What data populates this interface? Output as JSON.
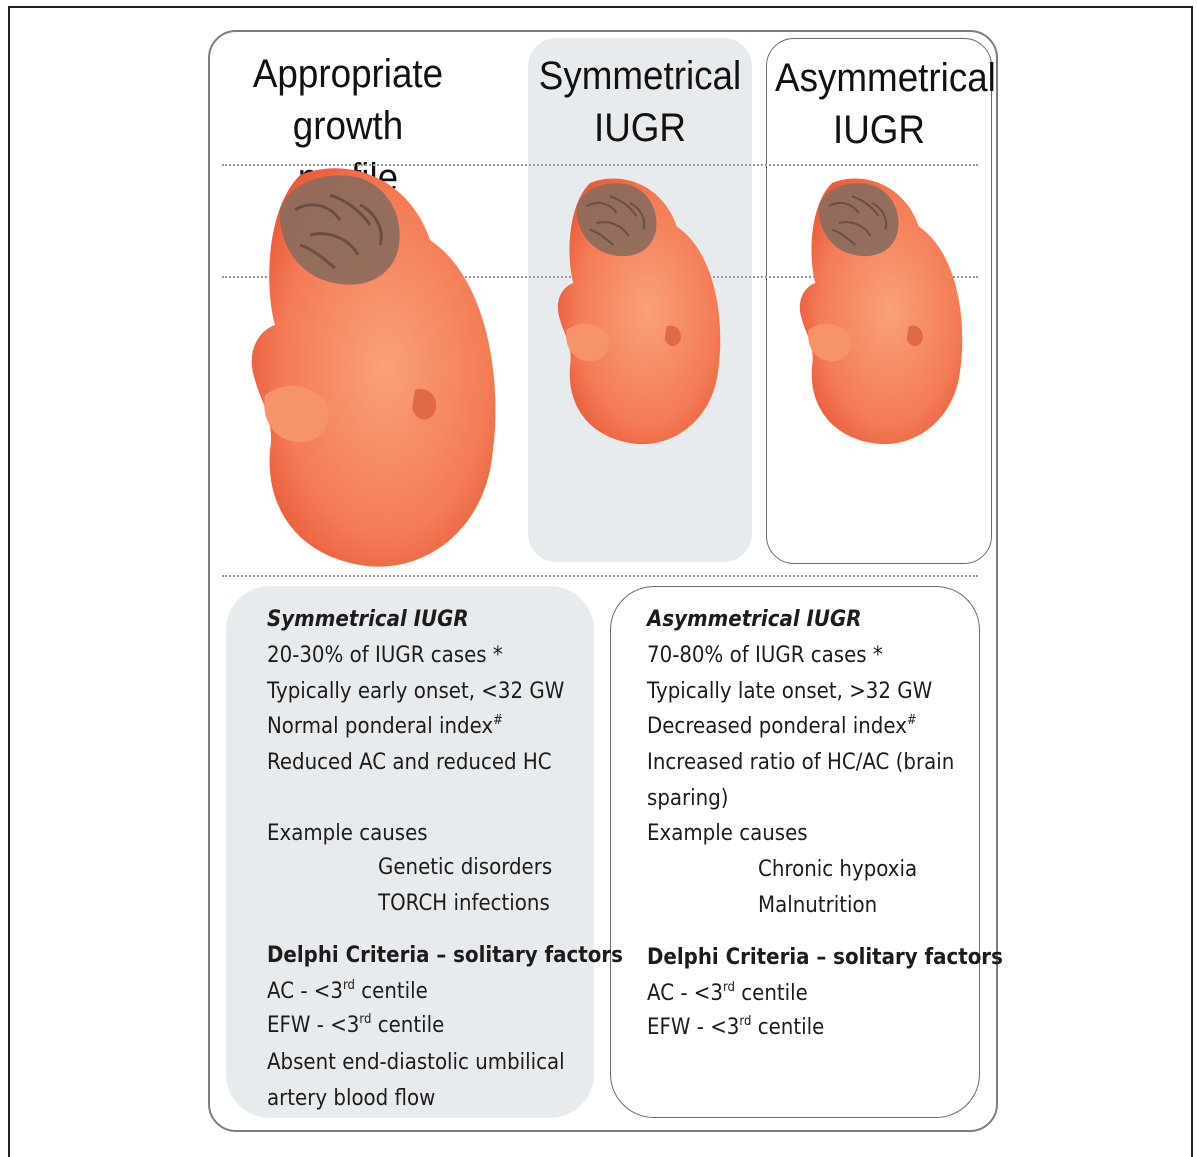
{
  "headings": {
    "appropriate": [
      "Appropriate",
      "growth profile"
    ],
    "symmetrical": [
      "Symmetrical",
      "IUGR"
    ],
    "asymmetrical": [
      "Asymmetrical",
      "IUGR"
    ]
  },
  "fetus_icons": [
    "fetus-normal-icon",
    "fetus-small-icon",
    "fetus-small-icon"
  ],
  "colors": {
    "shaded_box": "#e8ebed",
    "border": "#7d7d7d",
    "skin": "#f47c56",
    "brain": "#8c6b5c"
  },
  "symmetrical": {
    "title": "Symmetrical IUGR",
    "line1": "20-30% of IUGR cases *",
    "line2": "Typically early onset, <32 GW",
    "line3": "Normal ponderal index",
    "line3_sup": "#",
    "line4": "Reduced AC and reduced HC",
    "causes_label": "Example causes",
    "causes": [
      "Genetic disorders",
      "TORCH infections"
    ],
    "delphi_title": "Delphi Criteria – solitary factors",
    "ac_pre": "AC - <3",
    "ac_sup": "rd",
    "ac_post": " centile",
    "efw_pre": "EFW - <3",
    "efw_sup": "rd",
    "efw_post": " centile",
    "absent1": "Absent end-diastolic umbilical",
    "absent2": "artery blood flow"
  },
  "asymmetrical": {
    "title": "Asymmetrical IUGR",
    "line1": "70-80% of IUGR cases *",
    "line2": "Typically late onset, >32 GW",
    "line3": "Decreased ponderal index",
    "line3_sup": "#",
    "line4a": "Increased ratio of HC/AC (brain",
    "line4b": "sparing)",
    "causes_label": "Example causes",
    "causes": [
      "Chronic hypoxia",
      "Malnutrition"
    ],
    "delphi_title": "Delphi Criteria – solitary factors",
    "ac_pre": "AC - <3",
    "ac_sup": "rd",
    "ac_post": " centile",
    "efw_pre": "EFW - <3",
    "efw_sup": "rd",
    "efw_post": " centile"
  }
}
